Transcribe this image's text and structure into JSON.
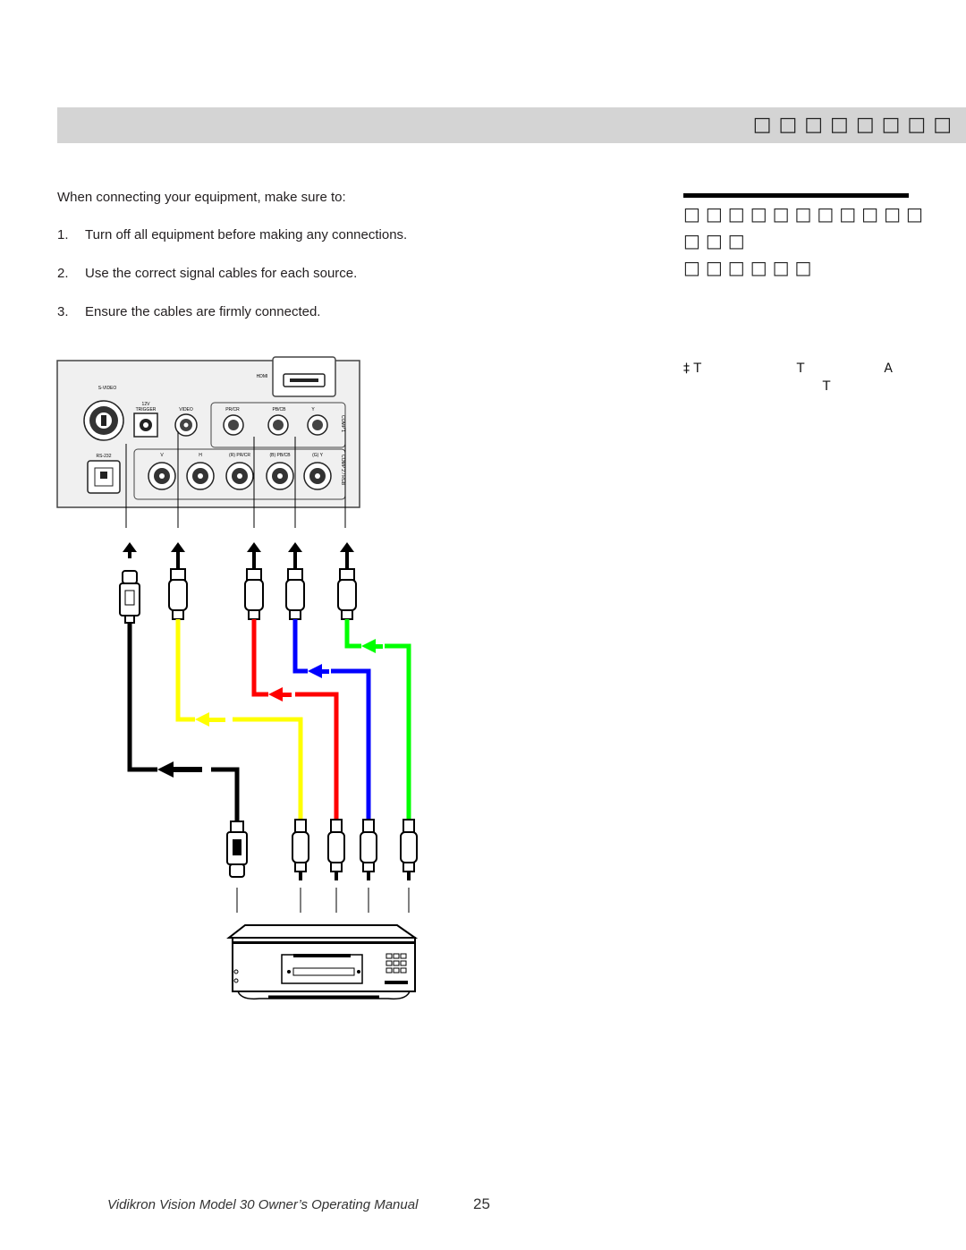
{
  "header": {
    "title": "□□□□□□□□"
  },
  "intro": "When connecting your equipment, make sure to:",
  "steps": [
    {
      "num": "1.",
      "text": "Turn off all equipment before making any connections."
    },
    {
      "num": "2.",
      "text": "Use the correct signal cables for each source."
    },
    {
      "num": "3.",
      "text": "Ensure the cables are firmly connected."
    }
  ],
  "sidebar": {
    "heading": "□□□□□□□□□□□ □□□\n□□□□□□",
    "note_line1": "‡ T                        T                    A",
    "note_line2": "                                   T"
  },
  "panel_labels": {
    "hdmi": "HDMI",
    "svideo": "S-VIDEO",
    "trigger_12v": "12V",
    "trigger": "TRIGGER",
    "video": "VIDEO",
    "pr_cr": "PR/CR",
    "pb_cb": "PB/CB",
    "y": "Y",
    "comp1": "COMP 1",
    "comp2": "COMP 2 / RGB",
    "rs232": "RS-232",
    "v": "V",
    "h": "H",
    "r_pr": "(R) PR/CR",
    "b_pb": "(B) PB/CB",
    "g_y": "(G) Y"
  },
  "colors": {
    "svideo_cable": "#000000",
    "video_cable": "#ffff00",
    "pr_cable": "#ff0000",
    "pb_cable": "#0000ff",
    "y_cable": "#00ff00",
    "header_bg": "#d4d4d4"
  },
  "footer": {
    "manual_title": "Vidikron Vision Model 30 Owner’s Operating Manual",
    "page_number": "25"
  }
}
